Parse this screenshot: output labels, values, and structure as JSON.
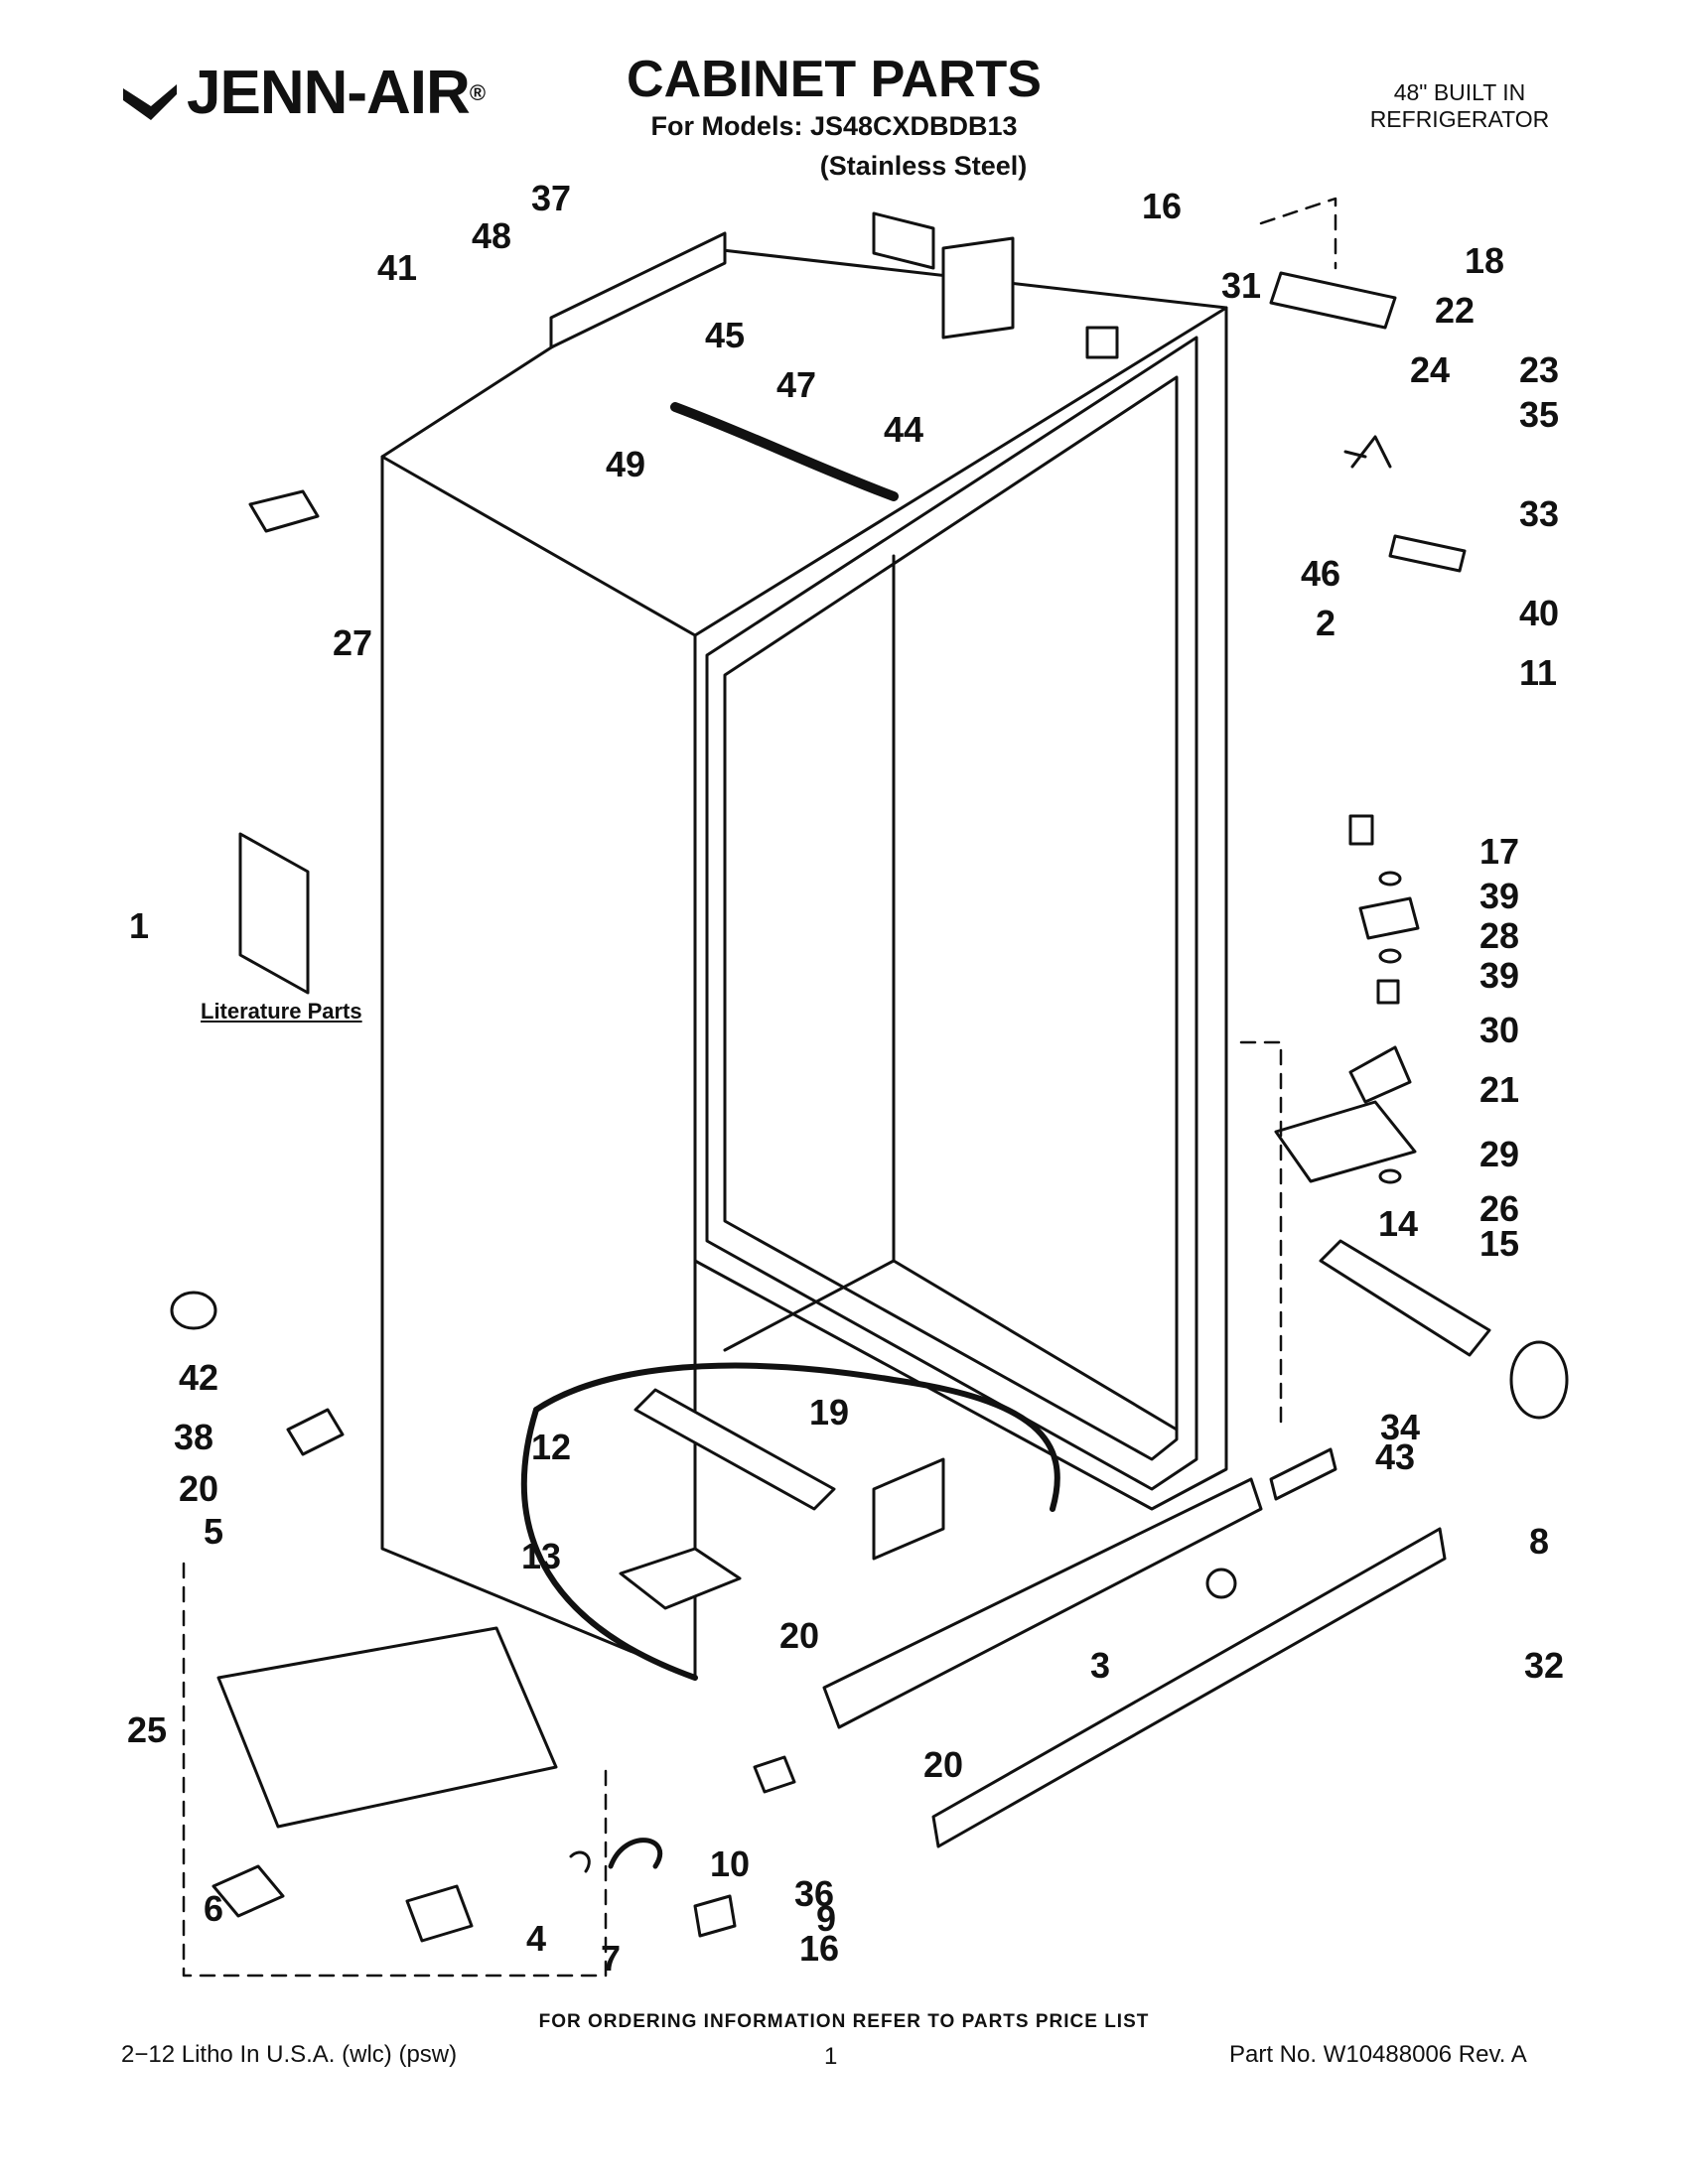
{
  "header": {
    "brand": "JENN-AIR",
    "brand_reg": "®",
    "title": "CABINET PARTS",
    "models_line": "For Models: JS48CXDBDB13",
    "variant": "(Stainless Steel)",
    "product_line1": "48\" BUILT IN",
    "product_line2": "REFRIGERATOR"
  },
  "diagram": {
    "literature_label": "Literature Parts",
    "callouts": [
      "37",
      "16",
      "48",
      "41",
      "45",
      "47",
      "18",
      "31",
      "22",
      "24",
      "23",
      "35",
      "33",
      "40",
      "11",
      "44",
      "49",
      "46",
      "2",
      "27",
      "17",
      "39",
      "28",
      "39",
      "30",
      "21",
      "29",
      "26",
      "14",
      "15",
      "1",
      "42",
      "38",
      "20",
      "19",
      "12",
      "34",
      "43",
      "13",
      "20",
      "8",
      "5",
      "3",
      "32",
      "25",
      "20",
      "6",
      "4",
      "7",
      "10",
      "9",
      "36",
      "16"
    ]
  },
  "footer": {
    "ordering_note": "FOR ORDERING INFORMATION REFER TO PARTS PRICE LIST",
    "litho": "2−12 Litho In U.S.A. (wlc) (psw)",
    "page": "1",
    "part_number": "Part No. W10488006 Rev. A"
  }
}
